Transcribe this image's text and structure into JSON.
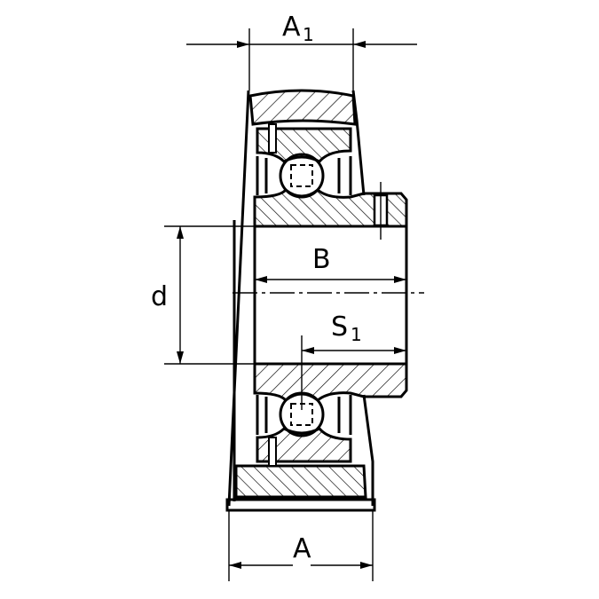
{
  "labels": {
    "A1": {
      "main": "A",
      "sub": "1"
    },
    "B": "B",
    "d": "d",
    "S1": {
      "main": "S",
      "sub": "1"
    },
    "A": "A"
  },
  "colors": {
    "line": "#000000",
    "background": "#ffffff"
  }
}
